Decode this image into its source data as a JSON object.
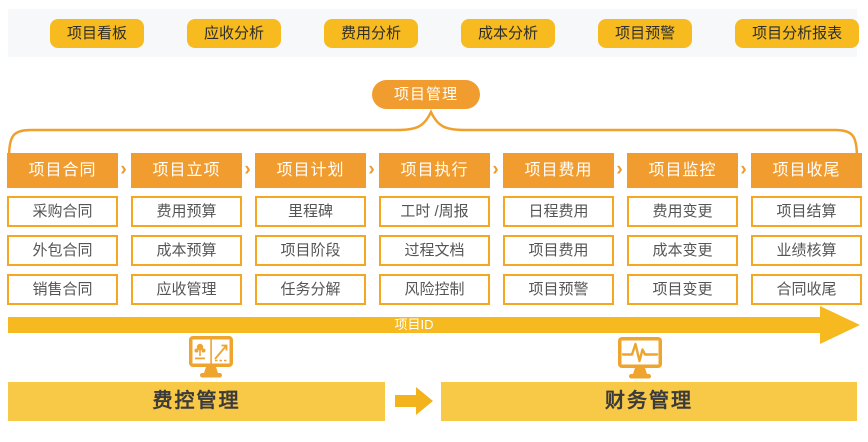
{
  "top_nav": {
    "buttons": [
      "项目看板",
      "应收分析",
      "费用分析",
      "成本分析",
      "项目预警",
      "项目分析报表"
    ]
  },
  "pill": {
    "label": "项目管理"
  },
  "columns": [
    {
      "header": "项目合同",
      "items": [
        "采购合同",
        "外包合同",
        "销售合同"
      ]
    },
    {
      "header": "项目立项",
      "items": [
        "费用预算",
        "成本预算",
        "应收管理"
      ]
    },
    {
      "header": "项目计划",
      "items": [
        "里程碑",
        "项目阶段",
        "任务分解"
      ]
    },
    {
      "header": "项目执行",
      "items": [
        "工时 /周报",
        "过程文档",
        "风险控制"
      ]
    },
    {
      "header": "项目费用",
      "items": [
        "日程费用",
        "项目费用",
        "项目预警"
      ]
    },
    {
      "header": "项目监控",
      "items": [
        "费用变更",
        "成本变更",
        "项目变更"
      ]
    },
    {
      "header": "项目收尾",
      "items": [
        "项目结算",
        "业绩核算",
        "合同收尾"
      ]
    }
  ],
  "icons": {
    "header_arrow_glyph": "›",
    "left_monitor": "analytics-monitor-icon",
    "right_monitor": "pulse-monitor-icon"
  },
  "flow_arrow": {
    "label": "项目ID"
  },
  "bottom": {
    "left_label": "费控管理",
    "right_label": "财务管理"
  },
  "colors": {
    "top_button": "#f7bb20",
    "header_orange": "#f09c2e",
    "item_border": "#f6a722",
    "flow_bar": "#f6b91f",
    "bottom_bar": "#f8c847",
    "bottom_arrow": "#f3b31d",
    "strip_bg": "#f7f8f9",
    "icon_orange": "#efa42d"
  }
}
